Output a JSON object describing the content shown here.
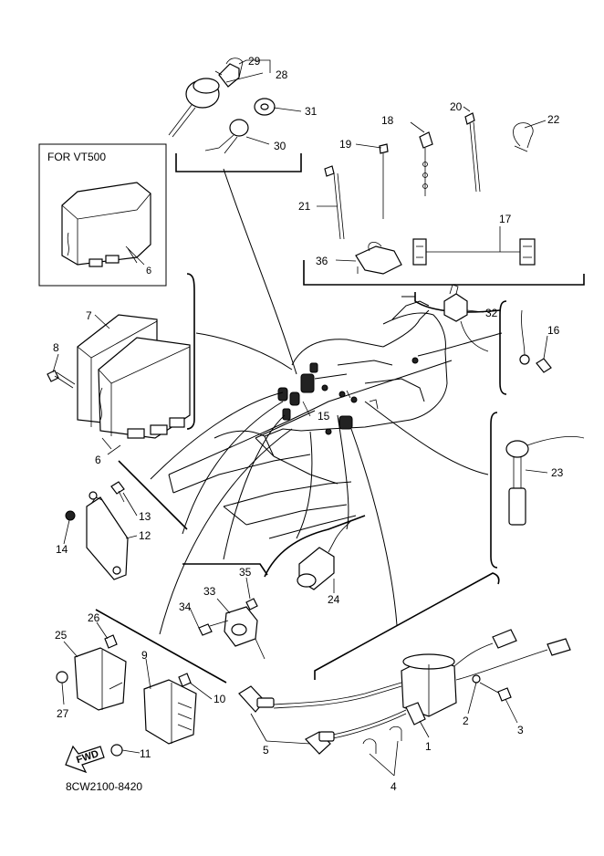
{
  "variant_box_label": "FOR VT500",
  "drawing_code": "8CW2100-8420",
  "fwd_label": "FWD",
  "callouts": {
    "c1": "1",
    "c2": "2",
    "c3": "3",
    "c4": "4",
    "c5": "5",
    "c6a": "6",
    "c6b": "6",
    "c7": "7",
    "c8": "8",
    "c9": "9",
    "c10": "10",
    "c11": "11",
    "c12": "12",
    "c13": "13",
    "c14": "14",
    "c15": "15",
    "c16": "16",
    "c17": "17",
    "c18": "18",
    "c19": "19",
    "c20": "20",
    "c21": "21",
    "c22": "22",
    "c23": "23",
    "c24": "24",
    "c25": "25",
    "c26": "26",
    "c27": "27",
    "c28": "28",
    "c29": "29",
    "c30": "30",
    "c31": "31",
    "c32": "32",
    "c33": "33",
    "c34": "34",
    "c35": "35",
    "c36": "36"
  }
}
